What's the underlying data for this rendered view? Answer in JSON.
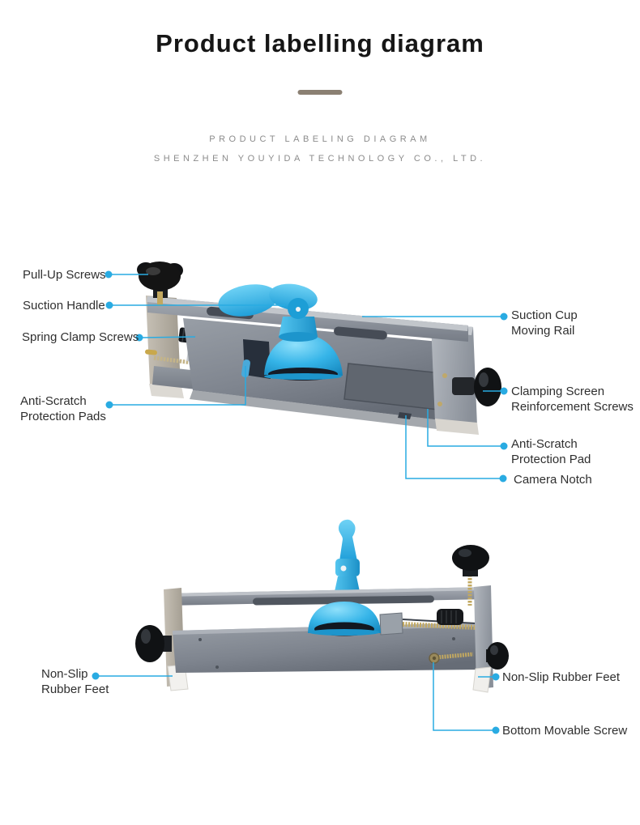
{
  "header": {
    "title": "Product labelling diagram",
    "tagline": "PRODUCT LABELING DIAGRAM",
    "company": "SHENZHEN YOUYIDA TECHNOLOGY CO., LTD."
  },
  "colors": {
    "accent": "#29ABE2",
    "title_text": "#161616",
    "label_text": "#2F2F2F",
    "divider": "#8B8073",
    "device_metal": "#8A9098",
    "device_blue": "#29ABE2",
    "knob_black": "#141414"
  },
  "views": {
    "top_view": {
      "callouts": [
        {
          "id": "pull-up-screws",
          "label": "Pull-Up Screws"
        },
        {
          "id": "suction-handle",
          "label": "Suction Handle"
        },
        {
          "id": "spring-clamp-screws",
          "label": "Spring Clamp Screws"
        },
        {
          "id": "anti-scratch-protection-pads",
          "label": "Anti-Scratch\nProtection Pads"
        },
        {
          "id": "suction-cup-moving-rail",
          "label": "Suction Cup\nMoving Rail"
        },
        {
          "id": "clamping-screen-reinforcement-screws",
          "label": "Clamping Screen\nReinforcement Screws"
        },
        {
          "id": "anti-scratch-protection-pad",
          "label": "Anti-Scratch\nProtection Pad"
        },
        {
          "id": "camera-notch",
          "label": "Camera Notch"
        }
      ]
    },
    "side_view": {
      "callouts": [
        {
          "id": "non-slip-rubber-feet-left",
          "label": "Non-Slip\nRubber Feet"
        },
        {
          "id": "non-slip-rubber-feet-right",
          "label": "Non-Slip Rubber Feet"
        },
        {
          "id": "bottom-movable-screw",
          "label": "Bottom Movable Screw"
        }
      ]
    }
  }
}
